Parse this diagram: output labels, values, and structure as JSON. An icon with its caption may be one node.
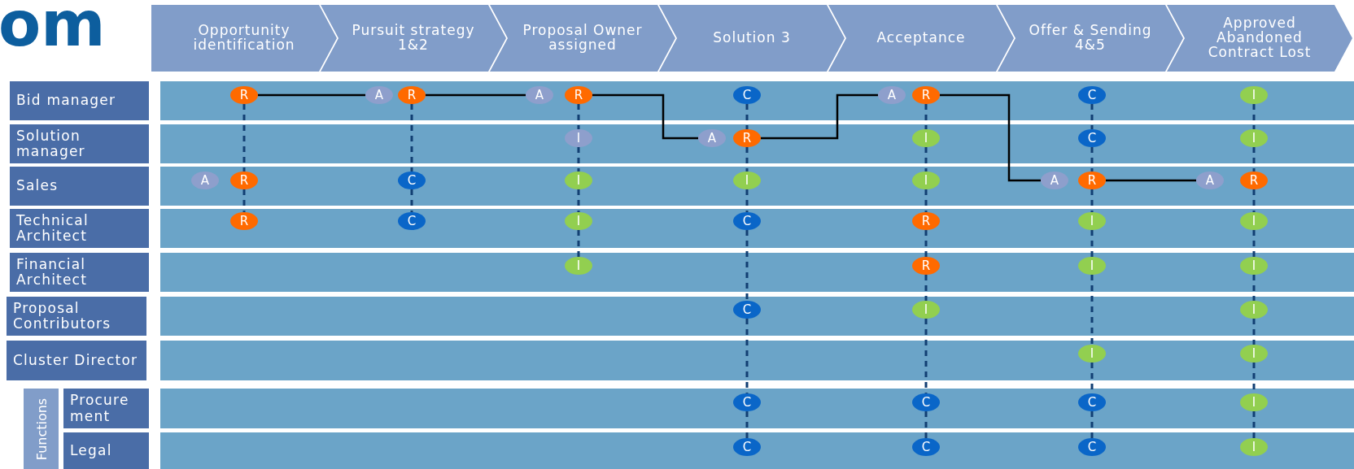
{
  "diagram": {
    "nodes": [
      {
        "text": [
          "Opportunity identification"
        ]
      },
      {
        "text": [
          "Pursuit strategy 1&2"
        ]
      },
      {
        "text": [
          "Proposal Owner assigned"
        ]
      },
      {
        "text": [
          "Solution 3"
        ]
      },
      {
        "text": [
          "Acceptance"
        ]
      },
      {
        "text": [
          "Offer & Sending 4&5"
        ]
      },
      {
        "text": [
          "Approved Abandoned Contract Lost"
        ]
      },
      {
        "text": [
          "Bid manager"
        ]
      },
      {
        "text": [
          "Solution manager"
        ]
      },
      {
        "text": [
          "Sales"
        ]
      },
      {
        "text": [
          "Technical Architect"
        ]
      },
      {
        "text": [
          "Financial Architect"
        ]
      },
      {
        "text": [
          "Proposal Contributors"
        ]
      },
      {
        "text": [
          "Cluster Director"
        ]
      },
      {
        "text": [
          "Functions"
        ]
      },
      {
        "text": [
          "Procure ment"
        ]
      },
      {
        "text": [
          "Legal"
        ]
      },
      {
        "text": [
          "R"
        ]
      },
      {
        "text": [
          "A"
        ]
      },
      {
        "text": [
          "R"
        ]
      },
      {
        "text": [
          "A"
        ]
      },
      {
        "text": [
          "R"
        ]
      },
      {
        "text": [
          "C"
        ]
      },
      {
        "text": [
          "A"
        ]
      },
      {
        "text": [
          "R"
        ]
      },
      {
        "text": [
          "C"
        ]
      },
      {
        "text": [
          "I"
        ]
      },
      {
        "text": [
          "I"
        ]
      },
      {
        "text": [
          "A"
        ]
      },
      {
        "text": [
          "R"
        ]
      },
      {
        "text": [
          "I"
        ]
      },
      {
        "text": [
          "C"
        ]
      },
      {
        "text": [
          "I"
        ]
      },
      {
        "text": [
          "A"
        ]
      },
      {
        "text": [
          "R"
        ]
      },
      {
        "text": [
          "C"
        ]
      },
      {
        "text": [
          "I"
        ]
      },
      {
        "text": [
          "I"
        ]
      },
      {
        "text": [
          "I"
        ]
      },
      {
        "text": [
          "A"
        ]
      },
      {
        "text": [
          "R"
        ]
      },
      {
        "text": [
          "A"
        ]
      },
      {
        "text": [
          "R"
        ]
      },
      {
        "text": [
          "R"
        ]
      },
      {
        "text": [
          "C"
        ]
      },
      {
        "text": [
          "I"
        ]
      },
      {
        "text": [
          "C"
        ]
      },
      {
        "text": [
          "R"
        ]
      },
      {
        "text": [
          "I"
        ]
      },
      {
        "text": [
          "I"
        ]
      },
      {
        "text": [
          "I"
        ]
      },
      {
        "text": [
          "R"
        ]
      },
      {
        "text": [
          "I"
        ]
      },
      {
        "text": [
          "I"
        ]
      },
      {
        "text": [
          "C"
        ]
      },
      {
        "text": [
          "I"
        ]
      },
      {
        "text": [
          "I"
        ]
      },
      {
        "text": [
          "I"
        ]
      },
      {
        "text": [
          "I"
        ]
      },
      {
        "text": [
          "C"
        ]
      },
      {
        "text": [
          "C"
        ]
      },
      {
        "text": [
          "C"
        ]
      },
      {
        "text": [
          "I"
        ]
      },
      {
        "text": [
          "C"
        ]
      },
      {
        "text": [
          "C"
        ]
      },
      {
        "text": [
          "C"
        ]
      },
      {
        "text": [
          "I"
        ]
      }
    ],
    "edges": [
      {
        "from": 17,
        "to": 34,
        "arrow": "none",
        "style": "dashed"
      },
      {
        "from": 34,
        "to": 43,
        "arrow": "none",
        "style": "dashed"
      },
      {
        "from": 19,
        "to": 35,
        "arrow": "none",
        "style": "dashed"
      },
      {
        "from": 35,
        "to": 44,
        "arrow": "none",
        "style": "dashed"
      },
      {
        "from": 21,
        "to": 27,
        "arrow": "none",
        "style": "dashed"
      },
      {
        "from": 27,
        "to": 36,
        "arrow": "none",
        "style": "dashed"
      },
      {
        "from": 36,
        "to": 45,
        "arrow": "none",
        "style": "dashed"
      },
      {
        "from": 45,
        "to": 50,
        "arrow": "none",
        "style": "dashed"
      },
      {
        "from": 22,
        "to": 29,
        "arrow": "none",
        "style": "dashed"
      },
      {
        "from": 29,
        "to": 37,
        "arrow": "none",
        "style": "dashed"
      },
      {
        "from": 37,
        "to": 46,
        "arrow": "none",
        "style": "dashed"
      },
      {
        "from": 46,
        "to": 54,
        "arrow": "none",
        "style": "dashed"
      },
      {
        "from": 54,
        "to": 59,
        "arrow": "none",
        "style": "dashed"
      },
      {
        "from": 59,
        "to": 63,
        "arrow": "none",
        "style": "dashed"
      },
      {
        "from": 24,
        "to": 30,
        "arrow": "none",
        "style": "dashed"
      },
      {
        "from": 30,
        "to": 38,
        "arrow": "none",
        "style": "dashed"
      },
      {
        "from": 38,
        "to": 47,
        "arrow": "none",
        "style": "dashed"
      },
      {
        "from": 47,
        "to": 51,
        "arrow": "none",
        "style": "dashed"
      },
      {
        "from": 51,
        "to": 55,
        "arrow": "none",
        "style": "dashed"
      },
      {
        "from": 55,
        "to": 60,
        "arrow": "none",
        "style": "dashed"
      },
      {
        "from": 60,
        "to": 64,
        "arrow": "none",
        "style": "dashed"
      },
      {
        "from": 25,
        "to": 31,
        "arrow": "none",
        "style": "dashed"
      },
      {
        "from": 31,
        "to": 40,
        "arrow": "none",
        "style": "dashed"
      },
      {
        "from": 40,
        "to": 48,
        "arrow": "none",
        "style": "dashed"
      },
      {
        "from": 48,
        "to": 52,
        "arrow": "none",
        "style": "dashed"
      },
      {
        "from": 52,
        "to": 57,
        "arrow": "none",
        "style": "dashed"
      },
      {
        "from": 57,
        "to": 61,
        "arrow": "none",
        "style": "dashed"
      },
      {
        "from": 61,
        "to": 65,
        "arrow": "none",
        "style": "dashed"
      },
      {
        "from": 26,
        "to": 32,
        "arrow": "none",
        "style": "dashed"
      },
      {
        "from": 32,
        "to": 42,
        "arrow": "none",
        "style": "dashed"
      },
      {
        "from": 42,
        "to": 49,
        "arrow": "none",
        "style": "dashed"
      },
      {
        "from": 49,
        "to": 53,
        "arrow": "none",
        "style": "dashed"
      },
      {
        "from": 53,
        "to": 56,
        "arrow": "none",
        "style": "dashed"
      },
      {
        "from": 56,
        "to": 58,
        "arrow": "none",
        "style": "dashed"
      },
      {
        "from": 58,
        "to": 62,
        "arrow": "none",
        "style": "dashed"
      },
      {
        "from": 62,
        "to": 66,
        "arrow": "none",
        "style": "dashed"
      },
      {
        "from": 17,
        "to": 18,
        "arrow": "none",
        "color": "#000000"
      },
      {
        "from": 19,
        "to": 20,
        "arrow": "none",
        "color": "#000000"
      },
      {
        "from": 21,
        "to": 28,
        "arrow": "none",
        "color": "#000000"
      },
      {
        "from": 29,
        "to": 23,
        "arrow": "none",
        "color": "#000000"
      },
      {
        "from": 24,
        "to": 39,
        "arrow": "none",
        "color": "#000000"
      },
      {
        "from": 40,
        "to": 41,
        "arrow": "none",
        "color": "#000000"
      }
    ],
    "labels": [
      "om"
    ]
  }
}
